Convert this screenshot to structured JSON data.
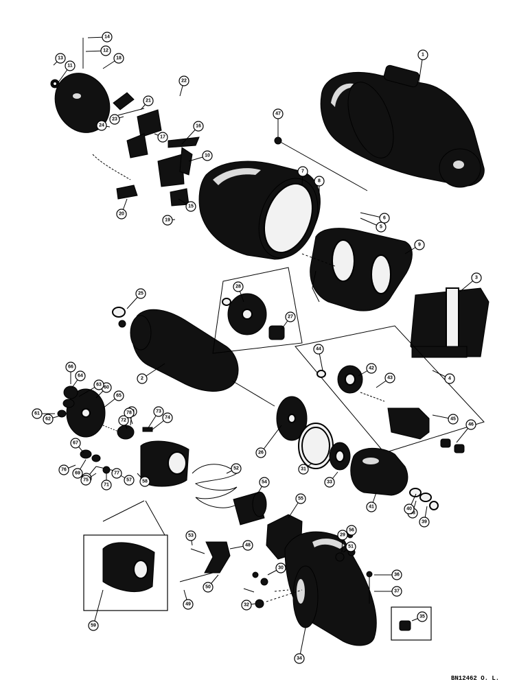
{
  "drawing_code": "BN12462 O. L.",
  "callouts": [
    "1",
    "2",
    "3",
    "4",
    "5",
    "6",
    "7",
    "8",
    "9",
    "10",
    "11",
    "12",
    "13",
    "14",
    "15",
    "16",
    "17",
    "18",
    "19",
    "20",
    "21",
    "22",
    "23",
    "24",
    "25",
    "26",
    "27",
    "28",
    "29",
    "30",
    "31",
    "32",
    "33",
    "34",
    "35",
    "36",
    "37",
    "38",
    "39",
    "40",
    "41",
    "42",
    "43",
    "44",
    "45",
    "46",
    "47",
    "48",
    "49",
    "50",
    "51",
    "52",
    "53",
    "54",
    "55",
    "56",
    "57",
    "58",
    "59",
    "60",
    "61",
    "62",
    "63",
    "64",
    "65",
    "66",
    "67",
    "68",
    "69",
    "70",
    "71",
    "72",
    "73",
    "74",
    "75",
    "76",
    "77",
    "78"
  ]
}
